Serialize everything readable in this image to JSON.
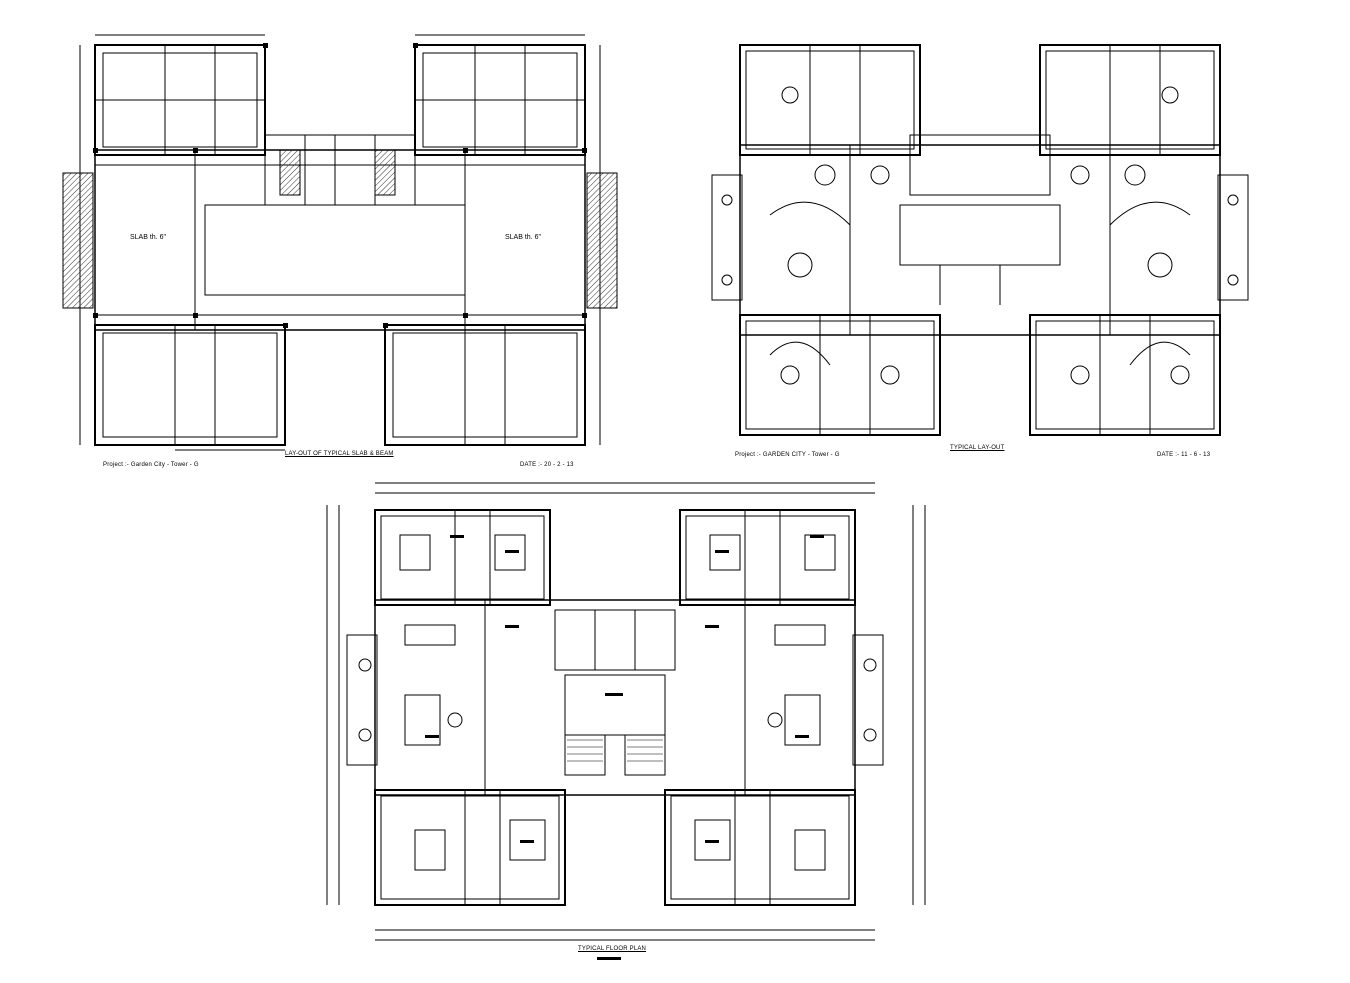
{
  "slab_plan": {
    "title": "LAY-OUT OF TYPICAL SLAB & BEAM",
    "project": "Project :- Garden City - Tower - G",
    "date": "DATE :- 20 - 2 - 13",
    "slab_left": "SLAB th. 6\"",
    "slab_right": "SLAB th. 6\""
  },
  "electrical_plan": {
    "title": "TYPICAL LAY-OUT",
    "project": "Project :- GARDEN CITY - Tower - G",
    "date": "DATE :- 11 - 6 - 13"
  },
  "floor_plan": {
    "title": "TYPICAL FLOOR PLAN"
  },
  "colors": {
    "line": "#000000",
    "background": "#ffffff",
    "hatch": "#333333"
  }
}
